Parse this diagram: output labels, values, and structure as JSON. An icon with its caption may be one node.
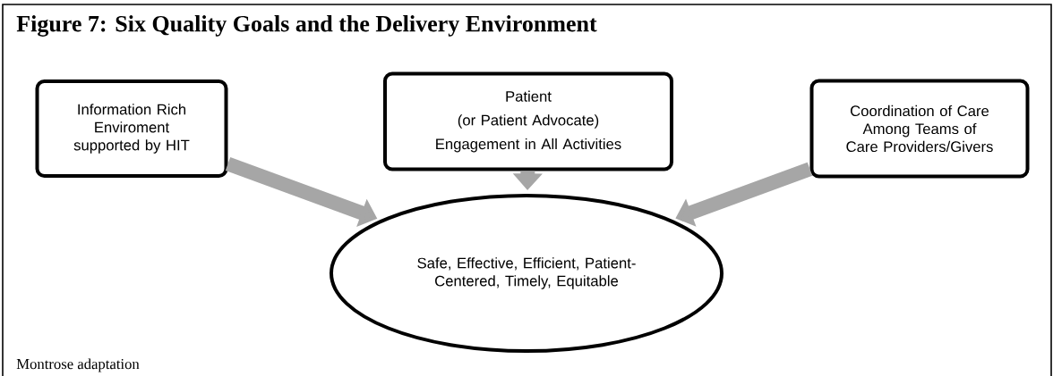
{
  "diagram": {
    "title": "Figure 7: Six Quality Goals and the Delivery Environment",
    "nodes": [
      {
        "text": [
          "Information Rich Enviroment supported by HIT"
        ]
      },
      {
        "text": [
          "Patient",
          "(or Patient Advocate)",
          "Engagement in All Activities"
        ]
      },
      {
        "text": [
          "Coordination of Care Among Teams of Care Providers/Givers"
        ]
      },
      {
        "text": [
          "Safe, Effective, Efficient, Patient- Centered, Timely, Equitable"
        ]
      }
    ],
    "edges": [
      {
        "from": 0,
        "to": 3,
        "arrow": "to"
      },
      {
        "from": 1,
        "to": 3,
        "arrow": "to"
      },
      {
        "from": 2,
        "to": 3,
        "arrow": "to"
      }
    ],
    "labels": [
      "Montrose adaptation"
    ]
  }
}
